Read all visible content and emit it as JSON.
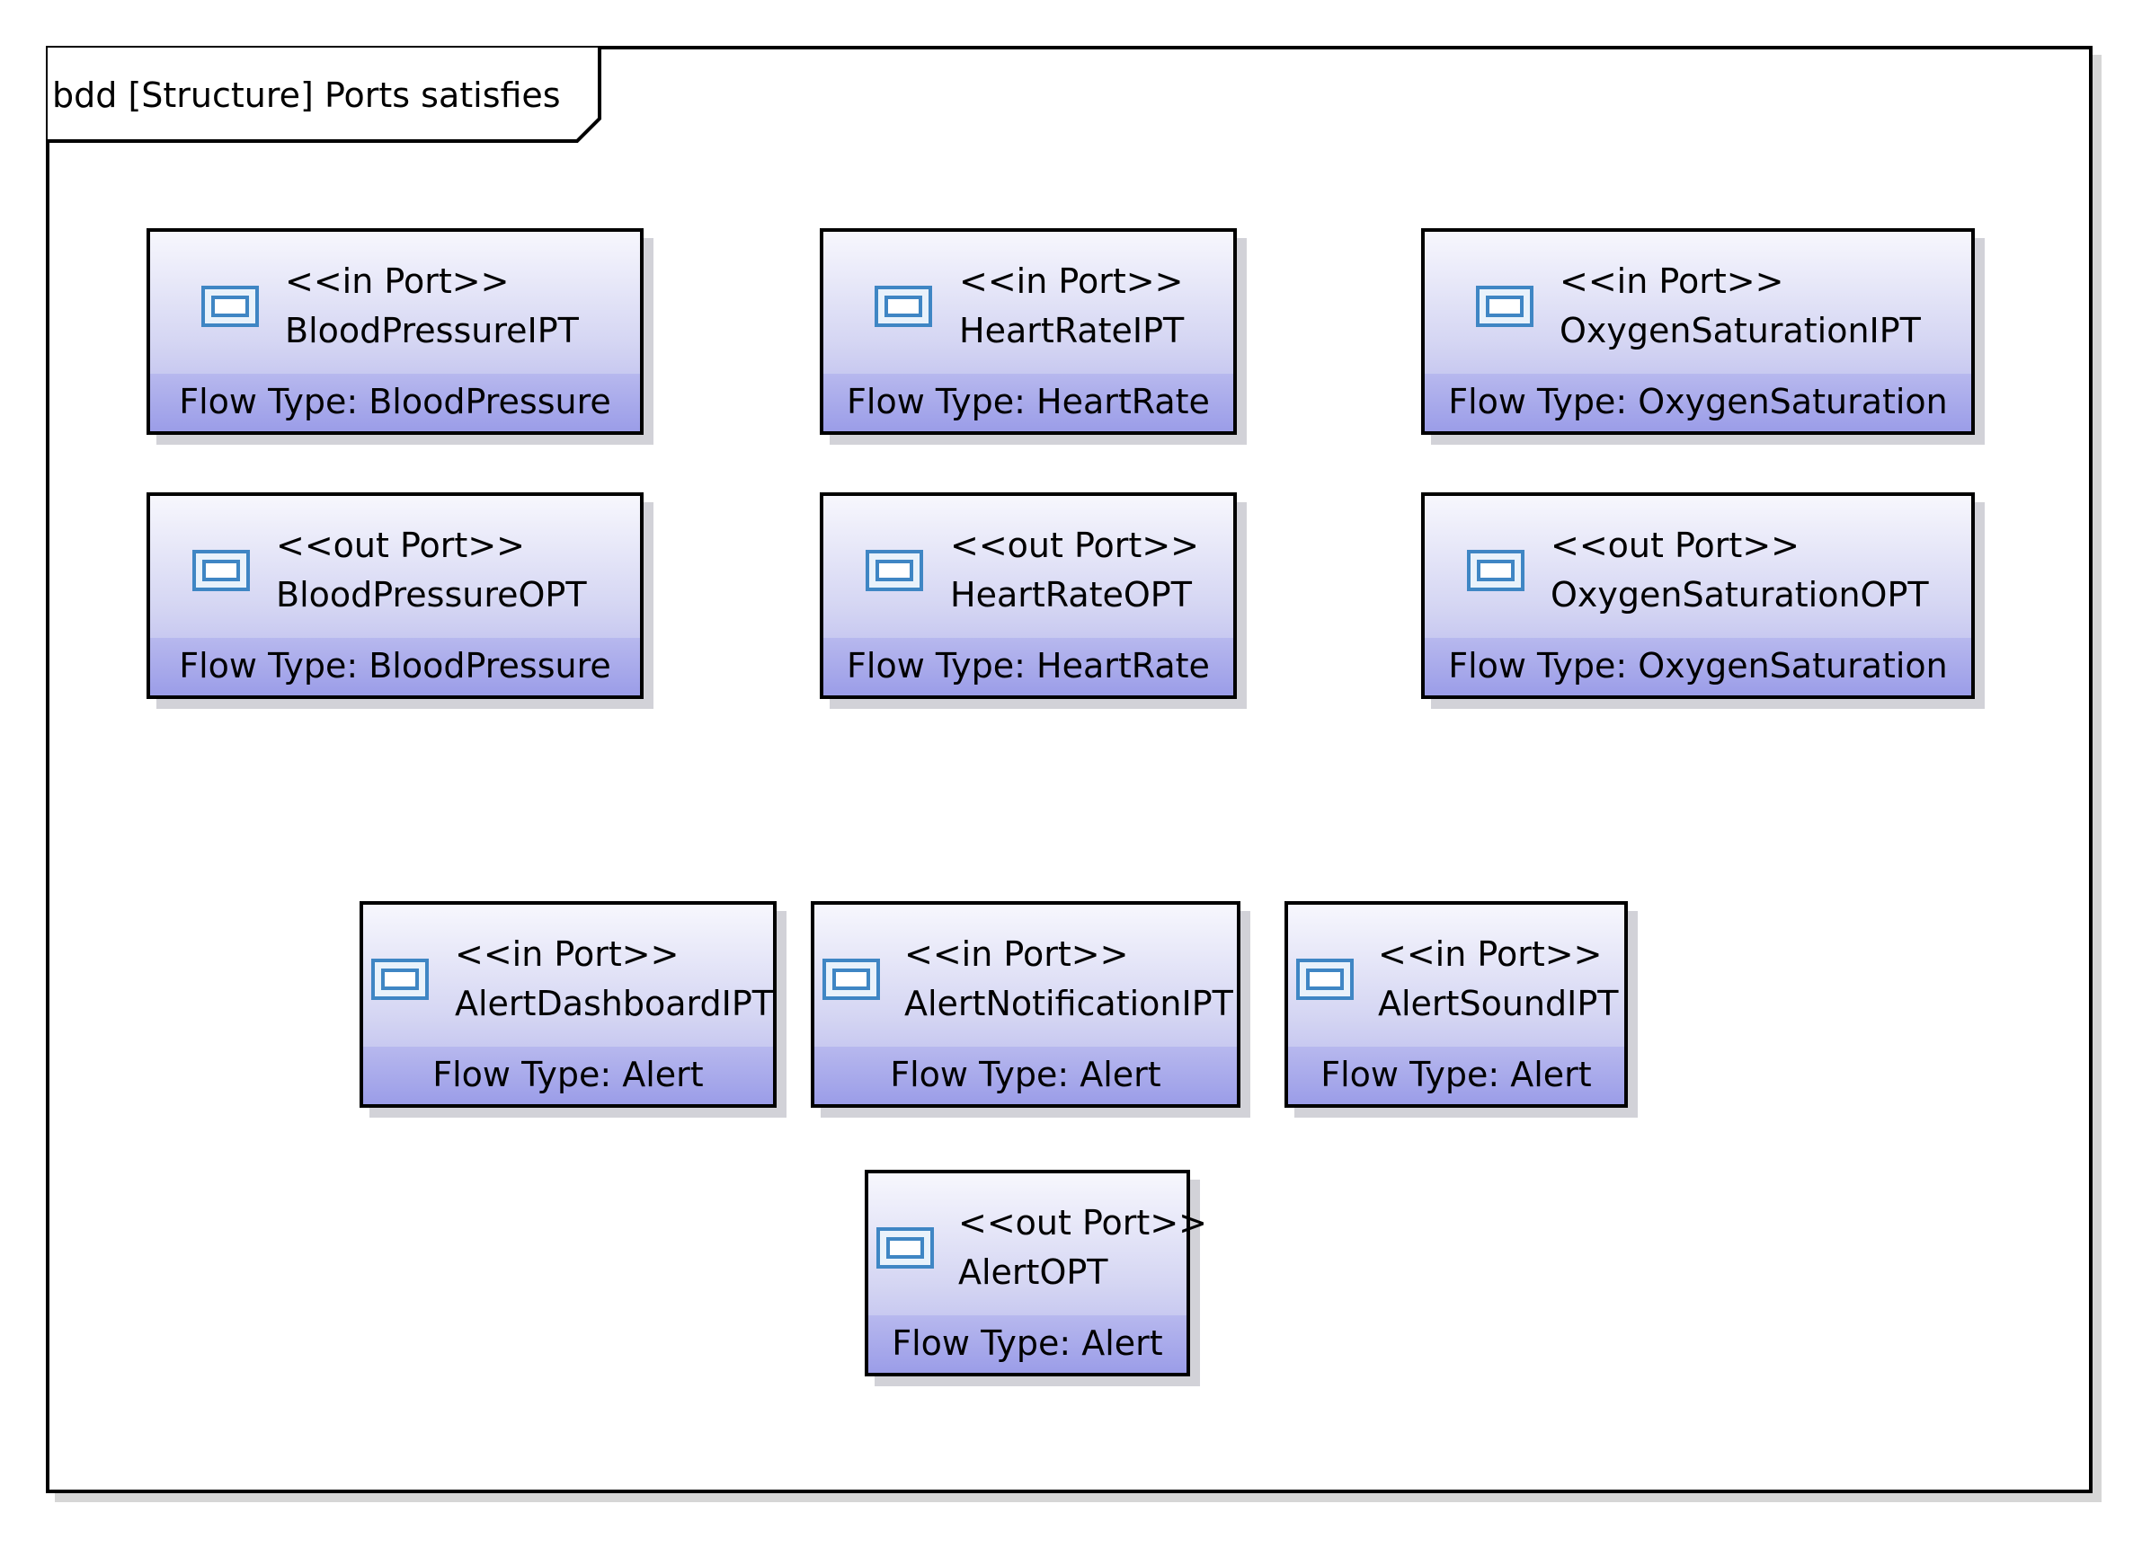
{
  "diagram": {
    "title": "bdd [Structure] Ports satisfies",
    "flow_type_prefix": "Flow Type: ",
    "blocks": [
      {
        "stereotype": "<<in Port>>",
        "name": "BloodPressureIPT",
        "flow_type": "Flow Type: BloodPressure"
      },
      {
        "stereotype": "<<in Port>>",
        "name": "HeartRateIPT",
        "flow_type": "Flow Type: HeartRate"
      },
      {
        "stereotype": "<<in Port>>",
        "name": "OxygenSaturationIPT",
        "flow_type": "Flow Type: OxygenSaturation"
      },
      {
        "stereotype": "<<out Port>>",
        "name": "BloodPressureOPT",
        "flow_type": "Flow Type: BloodPressure"
      },
      {
        "stereotype": "<<out Port>>",
        "name": "HeartRateOPT",
        "flow_type": "Flow Type: HeartRate"
      },
      {
        "stereotype": "<<out Port>>",
        "name": "OxygenSaturationOPT",
        "flow_type": "Flow Type: OxygenSaturation"
      },
      {
        "stereotype": "<<in Port>>",
        "name": "AlertDashboardIPT",
        "flow_type": "Flow Type: Alert"
      },
      {
        "stereotype": "<<in Port>>",
        "name": "AlertNotificationIPT",
        "flow_type": "Flow Type: Alert"
      },
      {
        "stereotype": "<<in Port>>",
        "name": "AlertSoundIPT",
        "flow_type": "Flow Type: Alert"
      },
      {
        "stereotype": "<<out Port>>",
        "name": "AlertOPT",
        "flow_type": "Flow Type: Alert"
      }
    ]
  },
  "colors": {
    "block_fill_top": "#f7f7fd",
    "block_fill_bottom": "#9b9de8",
    "port_icon": "#3f86c4",
    "border": "#000000"
  }
}
